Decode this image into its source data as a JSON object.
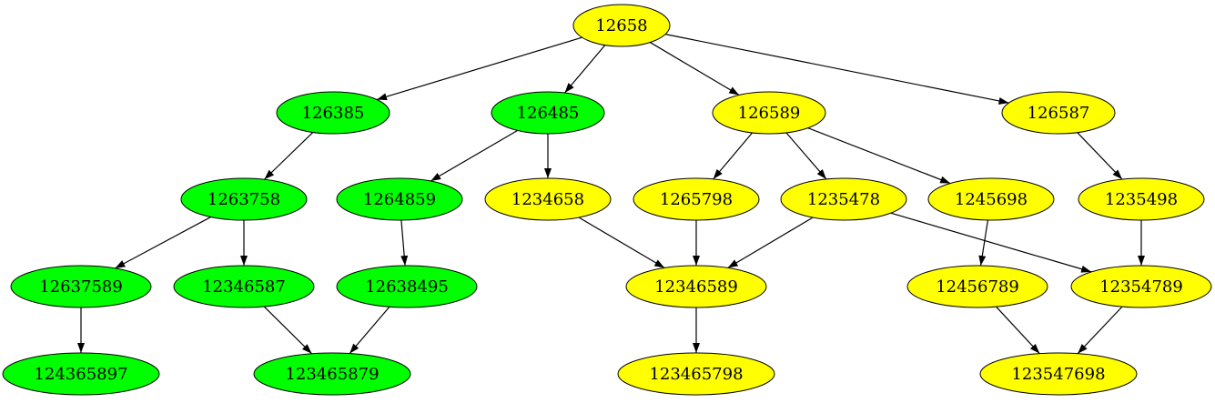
{
  "colors": {
    "green": "#00ff00",
    "yellow": "#ffff00",
    "stroke": "#000000"
  },
  "nodes": [
    {
      "id": "12658",
      "label": "12658",
      "color": "yellow"
    },
    {
      "id": "126385",
      "label": "126385",
      "color": "green"
    },
    {
      "id": "126485",
      "label": "126485",
      "color": "green"
    },
    {
      "id": "126589",
      "label": "126589",
      "color": "yellow"
    },
    {
      "id": "126587",
      "label": "126587",
      "color": "yellow"
    },
    {
      "id": "1263758",
      "label": "1263758",
      "color": "green"
    },
    {
      "id": "1264859",
      "label": "1264859",
      "color": "green"
    },
    {
      "id": "1234658",
      "label": "1234658",
      "color": "yellow"
    },
    {
      "id": "1265798",
      "label": "1265798",
      "color": "yellow"
    },
    {
      "id": "1235478",
      "label": "1235478",
      "color": "yellow"
    },
    {
      "id": "1245698",
      "label": "1245698",
      "color": "yellow"
    },
    {
      "id": "1235498",
      "label": "1235498",
      "color": "yellow"
    },
    {
      "id": "12637589",
      "label": "12637589",
      "color": "green"
    },
    {
      "id": "12346587",
      "label": "12346587",
      "color": "green"
    },
    {
      "id": "12638495",
      "label": "12638495",
      "color": "green"
    },
    {
      "id": "12346589",
      "label": "12346589",
      "color": "yellow"
    },
    {
      "id": "12456789",
      "label": "12456789",
      "color": "yellow"
    },
    {
      "id": "12354789",
      "label": "12354789",
      "color": "yellow"
    },
    {
      "id": "124365897",
      "label": "124365897",
      "color": "green"
    },
    {
      "id": "123465879",
      "label": "123465879",
      "color": "green"
    },
    {
      "id": "123465798",
      "label": "123465798",
      "color": "yellow"
    },
    {
      "id": "123547698",
      "label": "123547698",
      "color": "yellow"
    }
  ],
  "edges": [
    [
      "12658",
      "126385"
    ],
    [
      "12658",
      "126485"
    ],
    [
      "12658",
      "126589"
    ],
    [
      "12658",
      "126587"
    ],
    [
      "126385",
      "1263758"
    ],
    [
      "126485",
      "1264859"
    ],
    [
      "126485",
      "1234658"
    ],
    [
      "126589",
      "1265798"
    ],
    [
      "126589",
      "1235478"
    ],
    [
      "126589",
      "1245698"
    ],
    [
      "126587",
      "1235498"
    ],
    [
      "1263758",
      "12637589"
    ],
    [
      "1263758",
      "12346587"
    ],
    [
      "1264859",
      "12638495"
    ],
    [
      "1234658",
      "12346589"
    ],
    [
      "1265798",
      "12346589"
    ],
    [
      "1235478",
      "12346589"
    ],
    [
      "1235478",
      "12354789"
    ],
    [
      "1245698",
      "12456789"
    ],
    [
      "1235498",
      "12354789"
    ],
    [
      "12637589",
      "124365897"
    ],
    [
      "12346587",
      "123465879"
    ],
    [
      "12638495",
      "123465879"
    ],
    [
      "12346589",
      "123465798"
    ],
    [
      "12456789",
      "123547698"
    ],
    [
      "12354789",
      "123547698"
    ]
  ]
}
